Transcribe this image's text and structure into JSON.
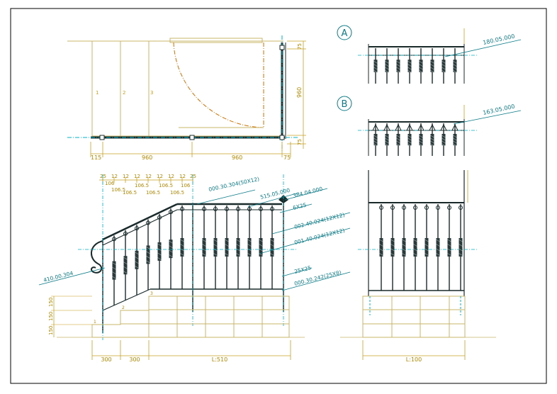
{
  "colors": {
    "frame": "#000000",
    "plan_line": "#c8b46a",
    "dim_line": "#c8a020",
    "dim_text": "#b08800",
    "cyan": "#00b4c8",
    "teal": "#0a7c88",
    "dark": "#1a2a2a",
    "orange": "#d07000"
  },
  "plan": {
    "dims_bottom": [
      "115",
      "960",
      "960",
      "75"
    ],
    "dims_right": [
      "75",
      "960",
      "75"
    ],
    "step_labels": [
      "1",
      "2",
      "3"
    ]
  },
  "sections": {
    "a_label": "A",
    "b_label": "B",
    "a_callout": "180.05.000",
    "b_callout": "163.05.000"
  },
  "elevation": {
    "top_dims_row1": [
      "25",
      "12",
      "12",
      "12",
      "12",
      "12",
      "12",
      "12",
      "25"
    ],
    "top_dims_row2": [
      "106",
      "106.5",
      "106.5",
      "106.5",
      "106"
    ],
    "top_dims_row3": [
      "106.5",
      "106.5",
      "106.5"
    ],
    "callouts": [
      "000.30.304(50X12)",
      "515.05.000",
      "384.04.000",
      "6X25",
      "002.40.024(12X12)",
      "001.40.024(12X12)",
      "25X25",
      "000.30.242(25X8)",
      "410.00.304"
    ],
    "left_dims": [
      "150",
      "150",
      "150"
    ],
    "bottom_dims": [
      "300",
      "300",
      "L:510"
    ],
    "stair_marks": [
      "1",
      "2",
      "3"
    ]
  },
  "side": {
    "bottom_dim": "L:100"
  }
}
